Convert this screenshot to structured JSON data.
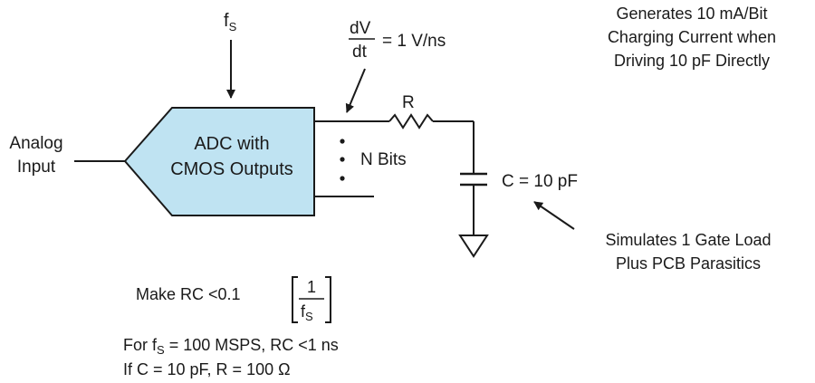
{
  "colors": {
    "adc_fill": "#bfe3f2",
    "line": "#1a1a1a",
    "background": "#ffffff"
  },
  "labels": {
    "fs_main": "f",
    "fs_sub": "S",
    "dv": "dV",
    "dt": "dt",
    "slew_value": "= 1 V/ns",
    "analog_line1": "Analog",
    "analog_line2": "Input",
    "adc_line1": "ADC with",
    "adc_line2": "CMOS Outputs",
    "n_bits": "N Bits",
    "resistor": "R",
    "capacitor": "C = 10 pF",
    "charging_line1": "Generates 10 mA/Bit",
    "charging_line2": "Charging Current when",
    "charging_line3": "Driving 10 pF Directly",
    "simulates_line1": "Simulates 1 Gate Load",
    "simulates_line2": "Plus PCB Parasitics",
    "make_rc": "Make RC <0.1",
    "frac_num": "1",
    "frac_den_main": "f",
    "frac_den_sub": "S",
    "cond1_prefix": "For f",
    "cond1_sub": "S",
    "cond1_rest": " = 100 MSPS, RC <1 ns",
    "cond2": "If C = 10 pF, R = 100 Ω"
  }
}
